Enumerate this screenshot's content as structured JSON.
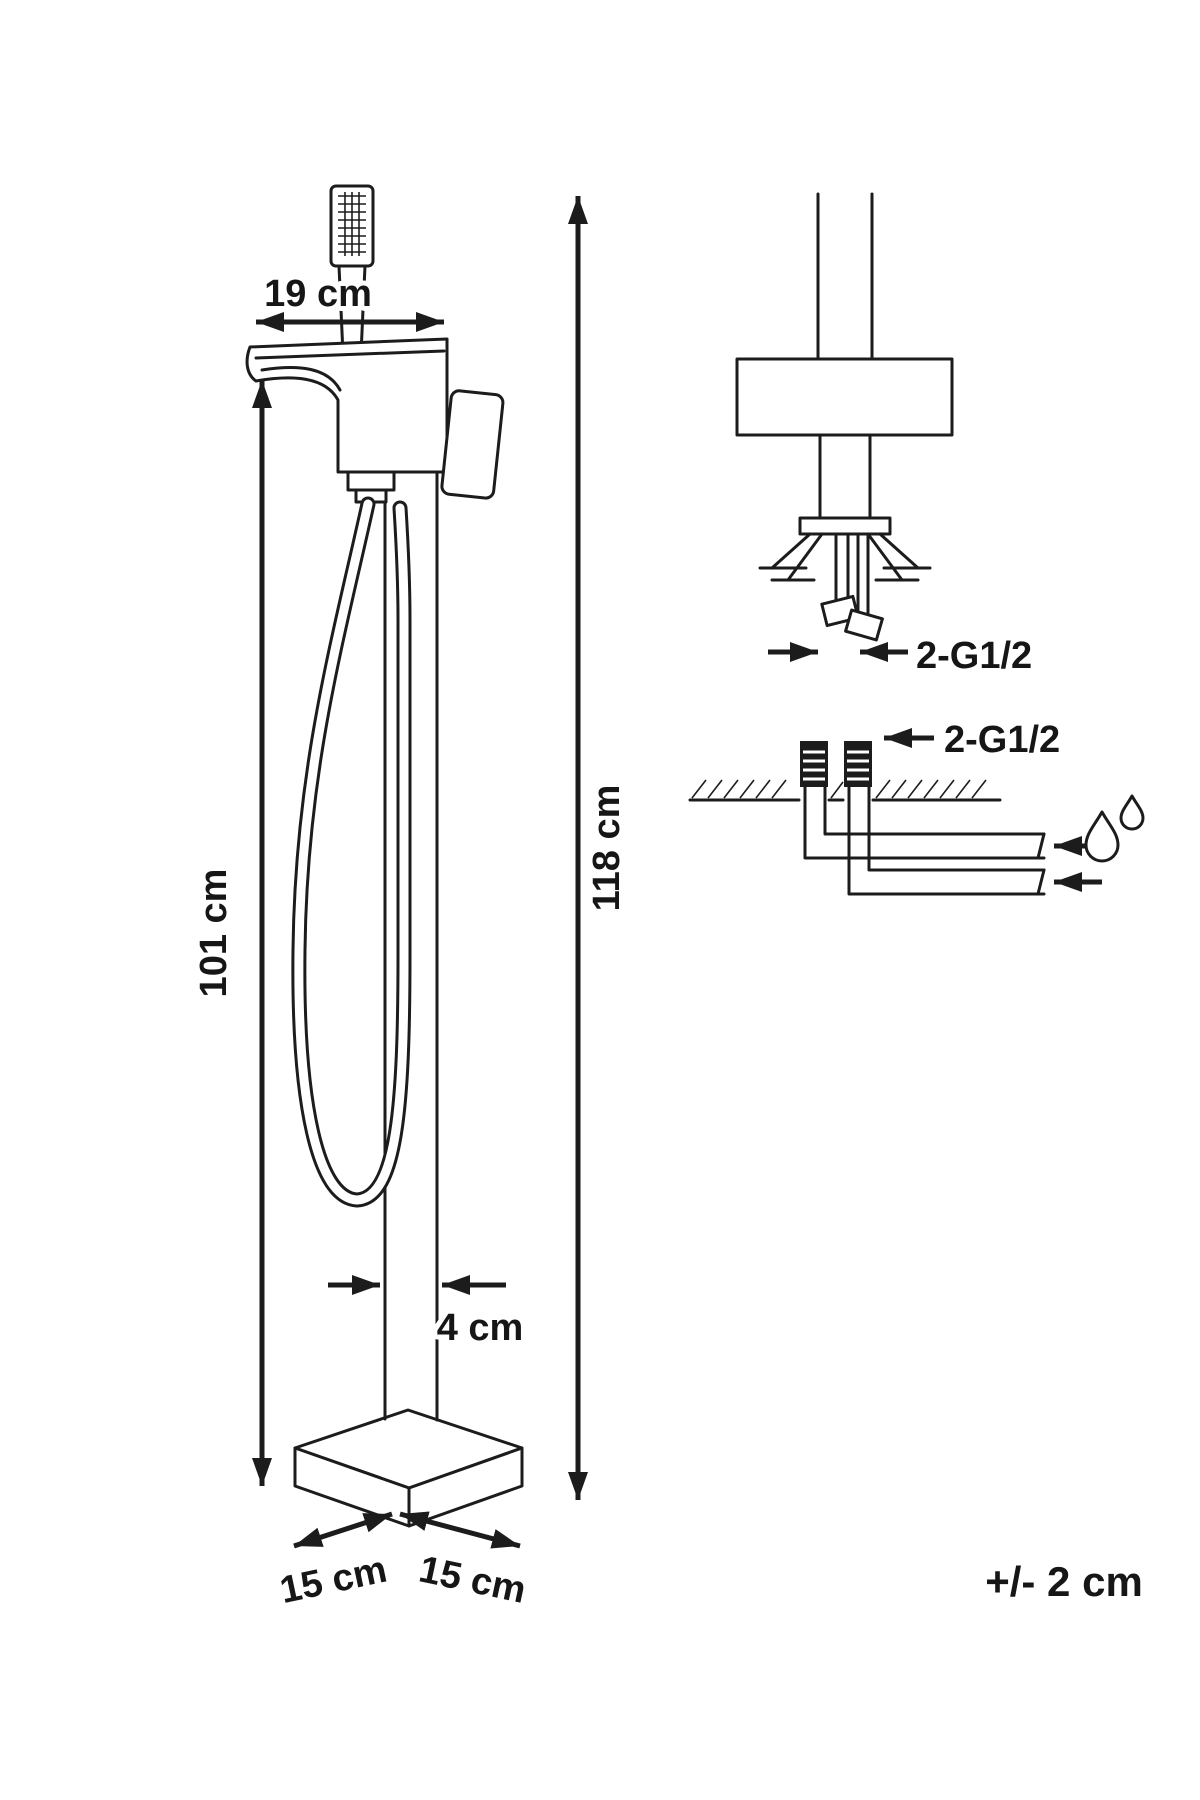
{
  "labels": {
    "spout_width": "19 cm",
    "height_to_spout": "101 cm",
    "total_height": "118 cm",
    "column_width": "4 cm",
    "base_depth": "15 cm",
    "base_width": "15 cm",
    "top_connection_thread": "2-G1/2",
    "floor_connection_thread": "2-G1/2",
    "tolerance": "+/- 2 cm"
  },
  "icons": {
    "water_supply": "water-drops-icon"
  },
  "colors": {
    "line": "#1c1c1c",
    "background": "#ffffff"
  }
}
